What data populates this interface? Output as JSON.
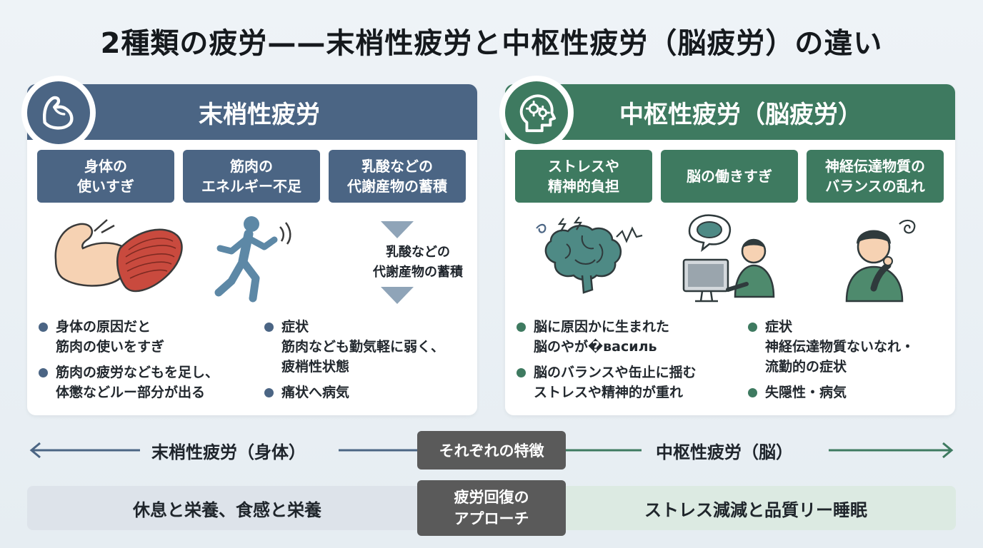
{
  "title": "2種類の疲労——末梢性疲労と中枢性疲労（脳疲労）の違い",
  "colors": {
    "peripheral": "#4b6584",
    "central": "#3e7a60",
    "neutral": "#5a5a5a"
  },
  "peripheral": {
    "header": "末梢性疲労",
    "icon": "flexed-arm-icon",
    "causes": [
      "身体の\n使いすぎ",
      "筋肉の\nエネルギー不足",
      "乳酸などの\n代謝産物の蓄積"
    ],
    "flow_label": "乳酸などの\n代謝産物の蓄積",
    "bullets": [
      "身体の原因だと\n筋肉の使いをすぎ",
      "筋肉の疲労などもを足し、\n体懲などルー部分が出る",
      "症状\n筋肉なども勤気軽に弱く、\n疲梢性状態",
      "痛状へ病気"
    ]
  },
  "central": {
    "header": "中枢性疲労（脳疲労）",
    "icon": "head-gears-icon",
    "causes": [
      "ストレスや\n精神的負担",
      "脳の働きすぎ",
      "神経伝達物質の\nバランスの乱れ"
    ],
    "bullets": [
      "脳に原因かに生まれた\n脳のやが�василь",
      "脳のバランスや缶止に揺む\nストレスや精神的が重れ",
      "症状\n神経伝達物質ないなれ・\n流勤的の症状",
      "失隠性・病気"
    ]
  },
  "axis": {
    "left": "末梢性疲労（身体）",
    "center": "それぞれの特徴",
    "right": "中枢性疲労（脳）"
  },
  "recovery": {
    "left": "休息と栄養、食感と栄養",
    "center": "疲労回復の\nアプローチ",
    "right": "ストレス減減と品質リー睡眠"
  }
}
